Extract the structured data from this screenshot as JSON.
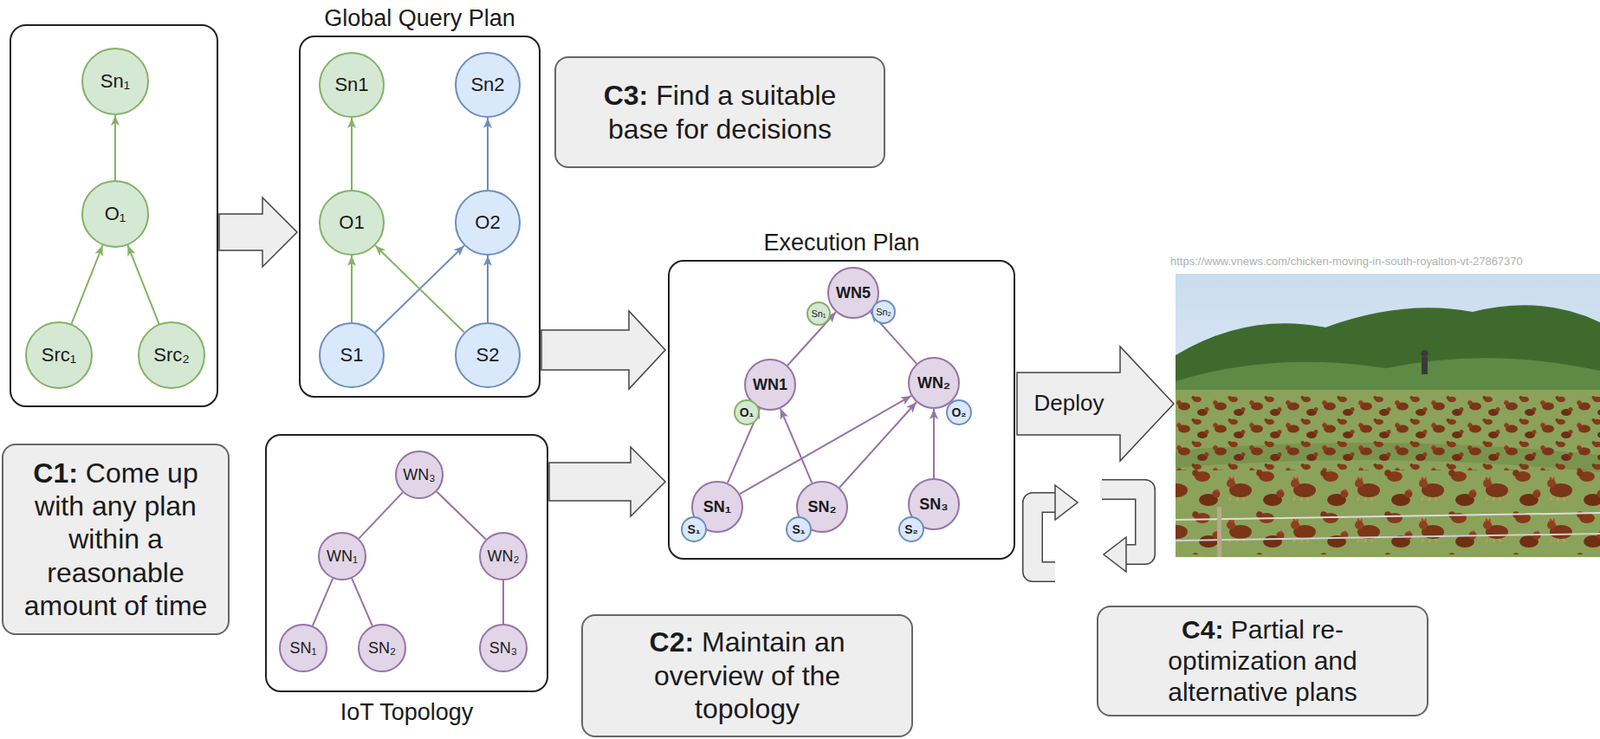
{
  "diagram": {
    "nodes": [
      {
        "text": [
          "Sn₁"
        ]
      },
      {
        "text": [
          "O₁"
        ]
      },
      {
        "text": [
          "Src₁"
        ]
      },
      {
        "text": [
          "Src₂"
        ]
      },
      {
        "text": [
          "Global Query Plan"
        ]
      },
      {
        "text": [
          "Sn1"
        ],
        "in": 4
      },
      {
        "text": [
          "Sn2"
        ],
        "in": 4
      },
      {
        "text": [
          "O1"
        ],
        "in": 4
      },
      {
        "text": [
          "O2"
        ],
        "in": 4
      },
      {
        "text": [
          "S1"
        ],
        "in": 4
      },
      {
        "text": [
          "S2"
        ],
        "in": 4
      },
      {
        "text": [
          "C3:",
          "Find a suitable base for decisions"
        ]
      },
      {
        "text": [
          "Execution Plan"
        ]
      },
      {
        "text": [
          "WN5"
        ],
        "in": 12
      },
      {
        "text": [
          "Sn₁"
        ],
        "in": 12
      },
      {
        "text": [
          "Sn₂"
        ],
        "in": 12
      },
      {
        "text": [
          "WN1"
        ],
        "in": 12
      },
      {
        "text": [
          "O₁"
        ],
        "in": 12
      },
      {
        "text": [
          "WN₂"
        ],
        "in": 12
      },
      {
        "text": [
          "O₂"
        ],
        "in": 12
      },
      {
        "text": [
          "SN₁"
        ],
        "in": 12
      },
      {
        "text": [
          "S₁"
        ],
        "in": 12
      },
      {
        "text": [
          "SN₂"
        ],
        "in": 12
      },
      {
        "text": [
          "S₁"
        ],
        "in": 12
      },
      {
        "text": [
          "SN₃"
        ],
        "in": 12
      },
      {
        "text": [
          "S₂"
        ],
        "in": 12
      },
      {
        "text": [
          "C1:",
          "Come up with any plan within a reasonable amount of time"
        ]
      },
      {
        "text": [
          "IoT Topology"
        ]
      },
      {
        "text": [
          "WN₃"
        ],
        "in": 27
      },
      {
        "text": [
          "WN₁"
        ],
        "in": 27
      },
      {
        "text": [
          "WN₂"
        ],
        "in": 27
      },
      {
        "text": [
          "SN₁"
        ],
        "in": 27
      },
      {
        "text": [
          "SN₂"
        ],
        "in": 27
      },
      {
        "text": [
          "SN₃"
        ],
        "in": 27
      },
      {
        "text": [
          "C2:",
          "Maintain an overview of the topology"
        ]
      },
      {
        "text": [
          "C4:",
          "Partial re-optimization and alternative plans"
        ]
      }
    ],
    "edges": [
      {
        "from": 2,
        "to": 1,
        "arrow": "to"
      },
      {
        "from": 3,
        "to": 1,
        "arrow": "to"
      },
      {
        "from": 1,
        "to": 0,
        "arrow": "to"
      },
      {
        "from": 7,
        "to": 5,
        "arrow": "to"
      },
      {
        "from": 8,
        "to": 6,
        "arrow": "to"
      },
      {
        "from": 9,
        "to": 7,
        "arrow": "to"
      },
      {
        "from": 9,
        "to": 8,
        "arrow": "to"
      },
      {
        "from": 10,
        "to": 7,
        "arrow": "to"
      },
      {
        "from": 10,
        "to": 8,
        "arrow": "to"
      },
      {
        "from": 16,
        "to": 13,
        "arrow": "to"
      },
      {
        "from": 18,
        "to": 13,
        "arrow": "to"
      },
      {
        "from": 20,
        "to": 16,
        "arrow": "to"
      },
      {
        "from": 22,
        "to": 16,
        "arrow": "to"
      },
      {
        "from": 20,
        "to": 18,
        "arrow": "to"
      },
      {
        "from": 22,
        "to": 18,
        "arrow": "to"
      },
      {
        "from": 24,
        "to": 18,
        "arrow": "to"
      },
      {
        "from": 28,
        "to": 29,
        "arrow": "none"
      },
      {
        "from": 28,
        "to": 30,
        "arrow": "none"
      },
      {
        "from": 29,
        "to": 31,
        "arrow": "none"
      },
      {
        "from": 29,
        "to": 32,
        "arrow": "none"
      },
      {
        "from": 30,
        "to": 33,
        "arrow": "none"
      },
      {
        "from": 4,
        "to": 12,
        "arrow": "to"
      },
      {
        "from": 27,
        "to": 12,
        "arrow": "to"
      }
    ],
    "labels": [
      "https://www.vnews.com/chicken-moving-in-south-royalton-vt-27867370",
      "Deploy"
    ]
  }
}
